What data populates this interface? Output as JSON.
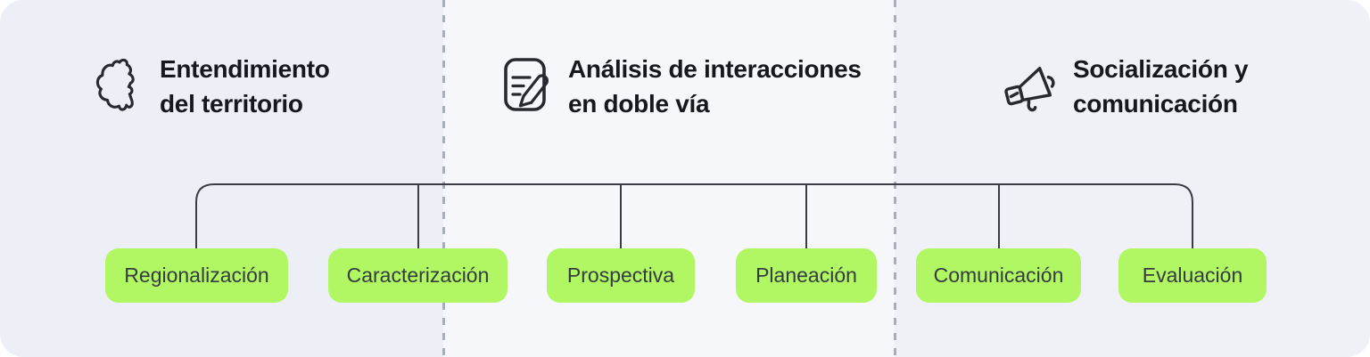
{
  "sections": [
    {
      "icon": "colombia-map-icon",
      "line1": "Entendimiento",
      "line2": "del territorio"
    },
    {
      "icon": "note-pencil-icon",
      "line1": "Análisis de interacciones",
      "line2": "en doble vía"
    },
    {
      "icon": "megaphone-icon",
      "line1": "Socialización y",
      "line2": "comunicación"
    }
  ],
  "buttons": [
    {
      "label": "Regionalización"
    },
    {
      "label": "Caracterización"
    },
    {
      "label": "Prospectiva"
    },
    {
      "label": "Planeación"
    },
    {
      "label": "Comunicación"
    },
    {
      "label": "Evaluación"
    }
  ],
  "colors": {
    "pill_green": "#B0F763",
    "pill_text": "#363B41",
    "title_text": "#15181C",
    "connector_line": "#3A3E44",
    "divider_dash": "#A8AEB8",
    "bg_outer": "#ECEFF5",
    "bg_middle": "#F5F7FA"
  }
}
